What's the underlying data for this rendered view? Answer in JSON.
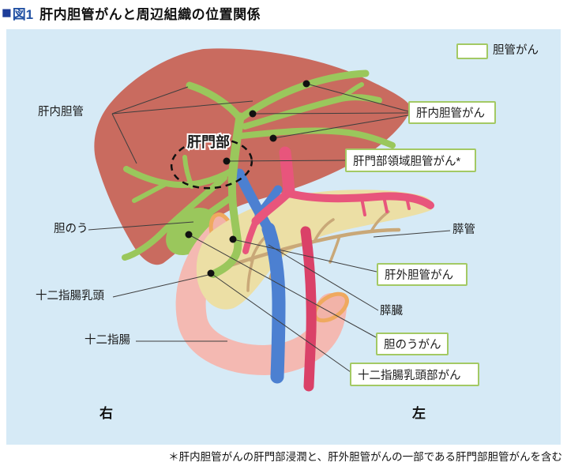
{
  "title": {
    "bullet": "■",
    "figure": "図1",
    "text": "肝内胆管がんと周辺組織の位置関係"
  },
  "legend": {
    "label": "胆管がん"
  },
  "anatomy_labels": {
    "intrahepatic_bile_duct": "肝内胆管",
    "hepatic_hilum": "肝門部",
    "gallbladder": "胆のう",
    "duodenal_papilla": "十二指腸乳頭",
    "duodenum": "十二指腸",
    "pancreatic_duct": "膵管",
    "pancreas": "膵臓",
    "right_side": "右",
    "left_side": "左"
  },
  "cancer_labels": {
    "intrahepatic": "肝内胆管がん",
    "perihilar": "肝門部領域胆管がん*",
    "extrahepatic": "肝外胆管がん",
    "gallbladder_cancer": "胆のうがん",
    "ampullary": "十二指腸乳頭部がん"
  },
  "footnote": "＊肝内胆管がんの肝門部浸潤と、肝外胆管がんの一部である肝門部胆管がんを含む",
  "colors": {
    "panel_background": "#d6eaf6",
    "liver": "#c96b5f",
    "bile_duct_green": "#9ac75c",
    "portal_vein_blue": "#4c80d1",
    "artery_pink": "#e8557c",
    "artery_crimson": "#da4168",
    "pancreas_cream": "#ecdfa5",
    "pancreatic_duct_tan": "#c9a878",
    "duodenum_pink": "#f4b9b2",
    "duodenum_rim_orange": "#efa95f",
    "cancer_box_border": "#a3c964",
    "title_blue": "#1d3d99"
  }
}
